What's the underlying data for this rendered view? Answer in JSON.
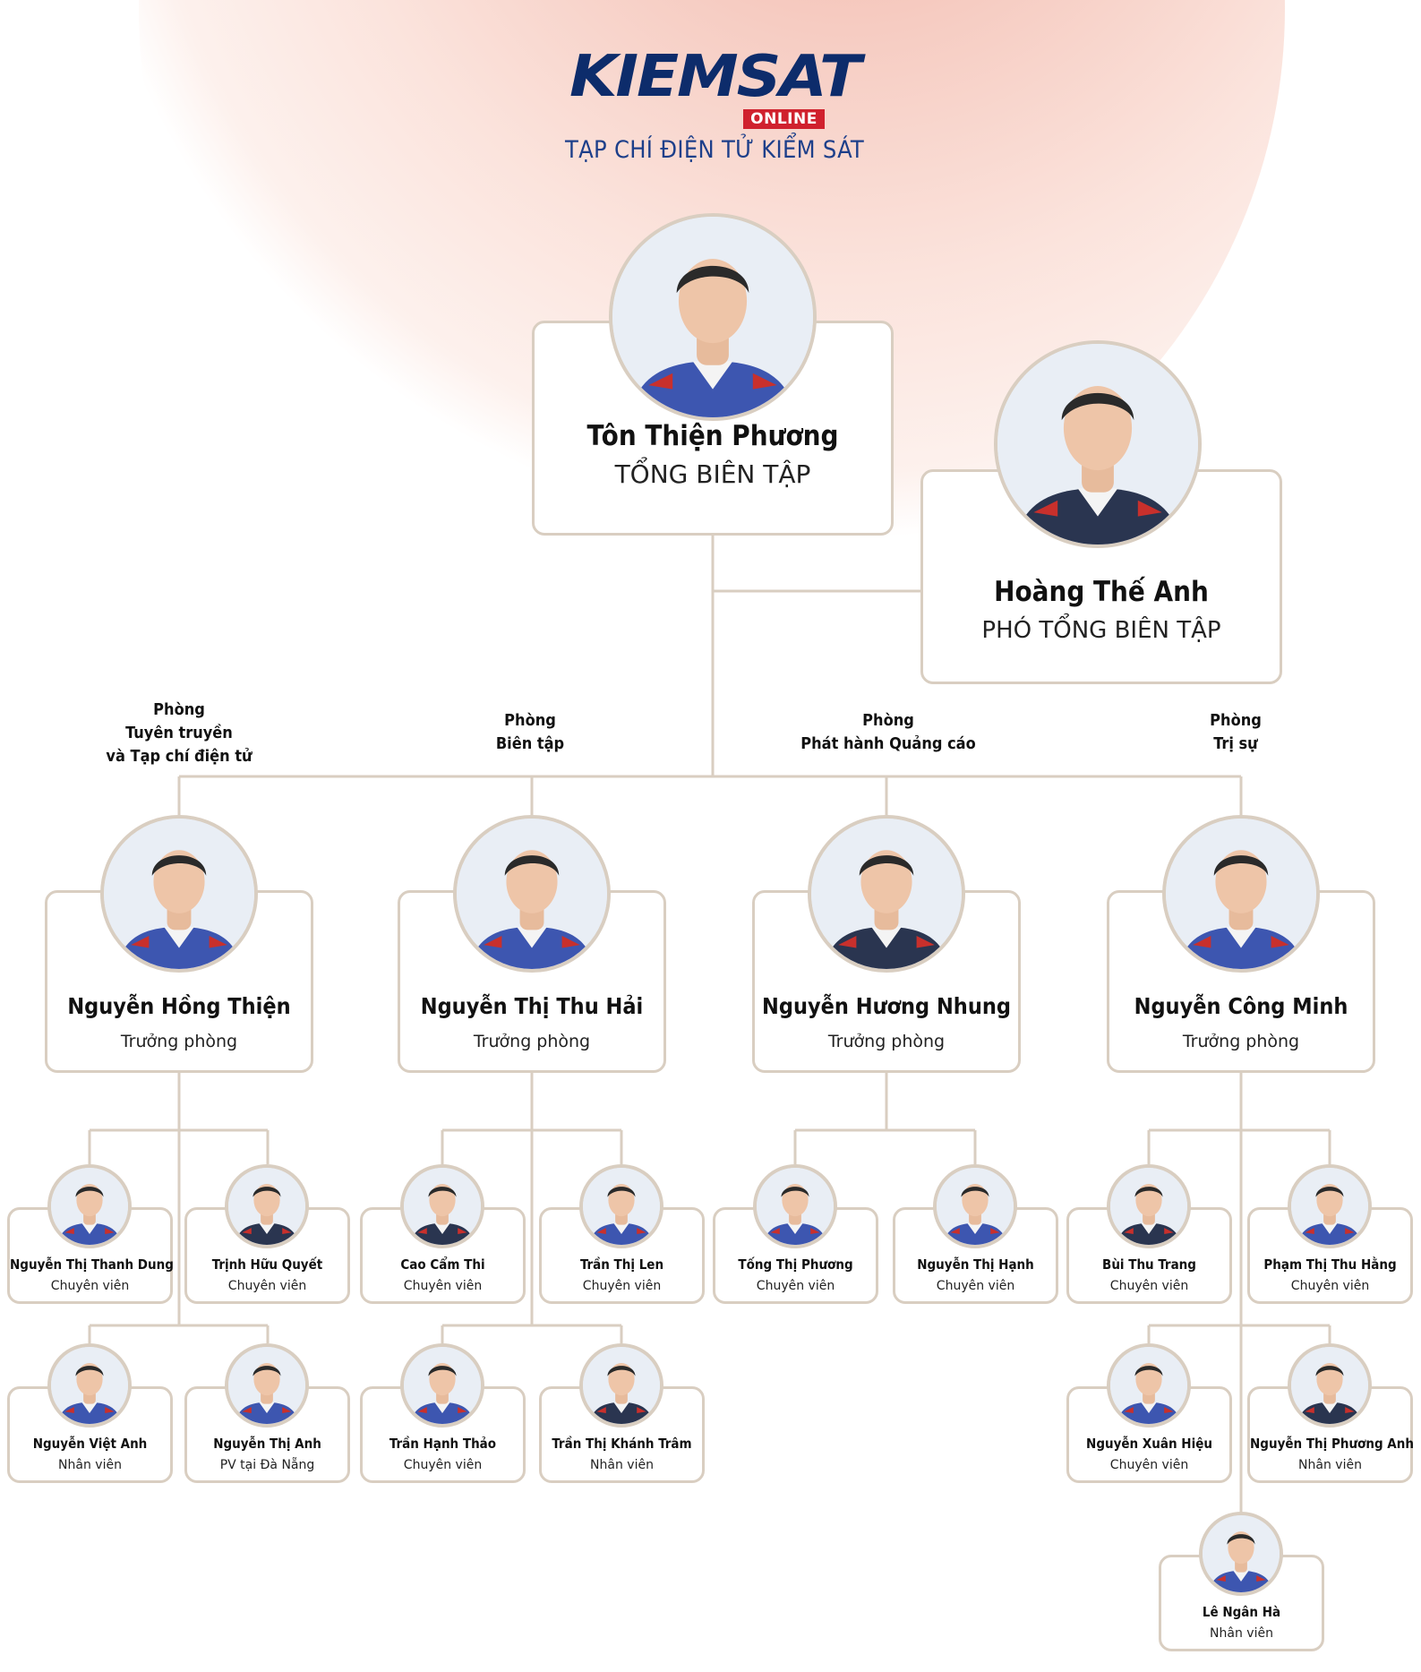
{
  "logo": {
    "brand": "KIEMSAT",
    "badge": "ONLINE",
    "subtitle": "TẠP CHÍ ĐIỆN TỬ KIỂM SÁT"
  },
  "leaders": {
    "editor_in_chief": {
      "name": "Tôn Thiện Phương",
      "title": "TỔNG BIÊN TẬP"
    },
    "deputy_editor": {
      "name": "Hoàng Thế Anh",
      "title": "PHÓ TỔNG BIÊN TẬP"
    }
  },
  "departments": [
    {
      "label": [
        "Phòng",
        "Tuyên truyền",
        "và Tạp chí điện tử"
      ],
      "head": {
        "name": "Nguyễn Hồng Thiện",
        "title": "Trưởng phòng"
      },
      "members": [
        {
          "name": "Nguyễn Thị Thanh Dung",
          "title": "Chuyên viên"
        },
        {
          "name": "Trịnh Hữu Quyết",
          "title": "Chuyên viên"
        },
        {
          "name": "Nguyễn Việt Anh",
          "title": "Nhân viên"
        },
        {
          "name": "Nguyễn Thị Anh",
          "title": "PV tại Đà Nẵng"
        }
      ]
    },
    {
      "label": [
        "Phòng",
        "Biên tập"
      ],
      "head": {
        "name": "Nguyễn Thị Thu Hải",
        "title": "Trưởng phòng"
      },
      "members": [
        {
          "name": "Cao Cẩm Thi",
          "title": "Chuyên viên"
        },
        {
          "name": "Trần Thị Len",
          "title": "Chuyên viên"
        },
        {
          "name": "Trần Hạnh Thảo",
          "title": "Chuyên viên"
        },
        {
          "name": "Trần Thị Khánh Trâm",
          "title": "Nhân viên"
        }
      ]
    },
    {
      "label": [
        "Phòng",
        "Phát hành Quảng cáo"
      ],
      "head": {
        "name": "Nguyễn Hương Nhung",
        "title": "Trưởng phòng"
      },
      "members": [
        {
          "name": "Tống Thị Phương",
          "title": "Chuyên viên"
        },
        {
          "name": "Nguyễn Thị Hạnh",
          "title": "Chuyên viên"
        }
      ]
    },
    {
      "label": [
        "Phòng",
        "Trị sự"
      ],
      "head": {
        "name": "Nguyễn Công Minh",
        "title": "Trưởng phòng"
      },
      "members": [
        {
          "name": "Bùi Thu Trang",
          "title": "Chuyên viên"
        },
        {
          "name": "Phạm Thị Thu Hằng",
          "title": "Chuyên viên"
        },
        {
          "name": "Nguyễn Xuân Hiệu",
          "title": "Chuyên viên"
        },
        {
          "name": "Nguyễn Thị Phương Anh",
          "title": "Nhân viên"
        },
        {
          "name": "Lê Ngân Hà",
          "title": "Nhân viên"
        }
      ]
    }
  ],
  "colors": {
    "card_border": "#d9cec1",
    "connector": "#d9cec1",
    "logo_navy": "#0d2c6b",
    "logo_red": "#d0212e",
    "uniform_blue": "#3d56b0",
    "uniform_dark": "#2a3550"
  }
}
